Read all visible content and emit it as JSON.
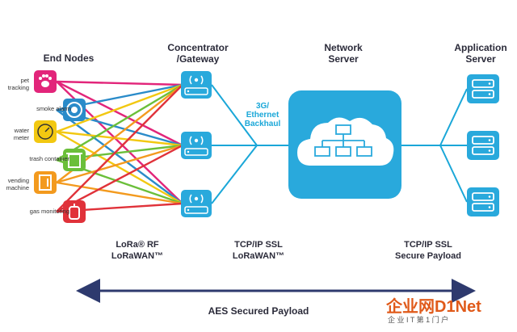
{
  "headers": {
    "end_nodes": "End Nodes",
    "concentrator_line1": "Concentrator",
    "concentrator_line2": "/Gateway",
    "network_line1": "Network",
    "network_line2": "Server",
    "application_line1": "Application",
    "application_line2": "Server"
  },
  "backhaul": {
    "line1": "3G/",
    "line2": "Ethernet",
    "line3": "Backhaul"
  },
  "end_nodes": [
    {
      "label_line1": "pet",
      "label_line2": "tracking",
      "icon": "paw-icon",
      "color": "#e2257a"
    },
    {
      "label_line1": "smoke alarm",
      "label_line2": "",
      "icon": "smoke-alarm-icon",
      "color": "#2a8bc9"
    },
    {
      "label_line1": "water",
      "label_line2": "meter",
      "icon": "water-meter-icon",
      "color": "#f2c811"
    },
    {
      "label_line1": "trash container",
      "label_line2": "",
      "icon": "trash-container-icon",
      "color": "#6bbf3a"
    },
    {
      "label_line1": "vending",
      "label_line2": "machine",
      "icon": "vending-machine-icon",
      "color": "#f39a1e"
    },
    {
      "label_line1": "gas monitoring",
      "label_line2": "",
      "icon": "gas-tank-icon",
      "color": "#e0323a"
    }
  ],
  "protocol_labels": {
    "lora_line1": "LoRa® RF",
    "lora_line2": "LoRaWAN™",
    "tcp1_line1": "TCP/IP SSL",
    "tcp1_line2": "LoRaWAN™",
    "tcp2_line1": "TCP/IP SSL",
    "tcp2_line2": "Secure Payload"
  },
  "aes_label": "AES Secured Payload",
  "watermark": {
    "line1": "企业网D1Net",
    "line2": "企 业 I T 第 1 门 户"
  },
  "colors": {
    "accent_blue": "#1aa7d8",
    "arrow_navy": "#2e3a6e",
    "text_dark": "#2b2b3a"
  }
}
